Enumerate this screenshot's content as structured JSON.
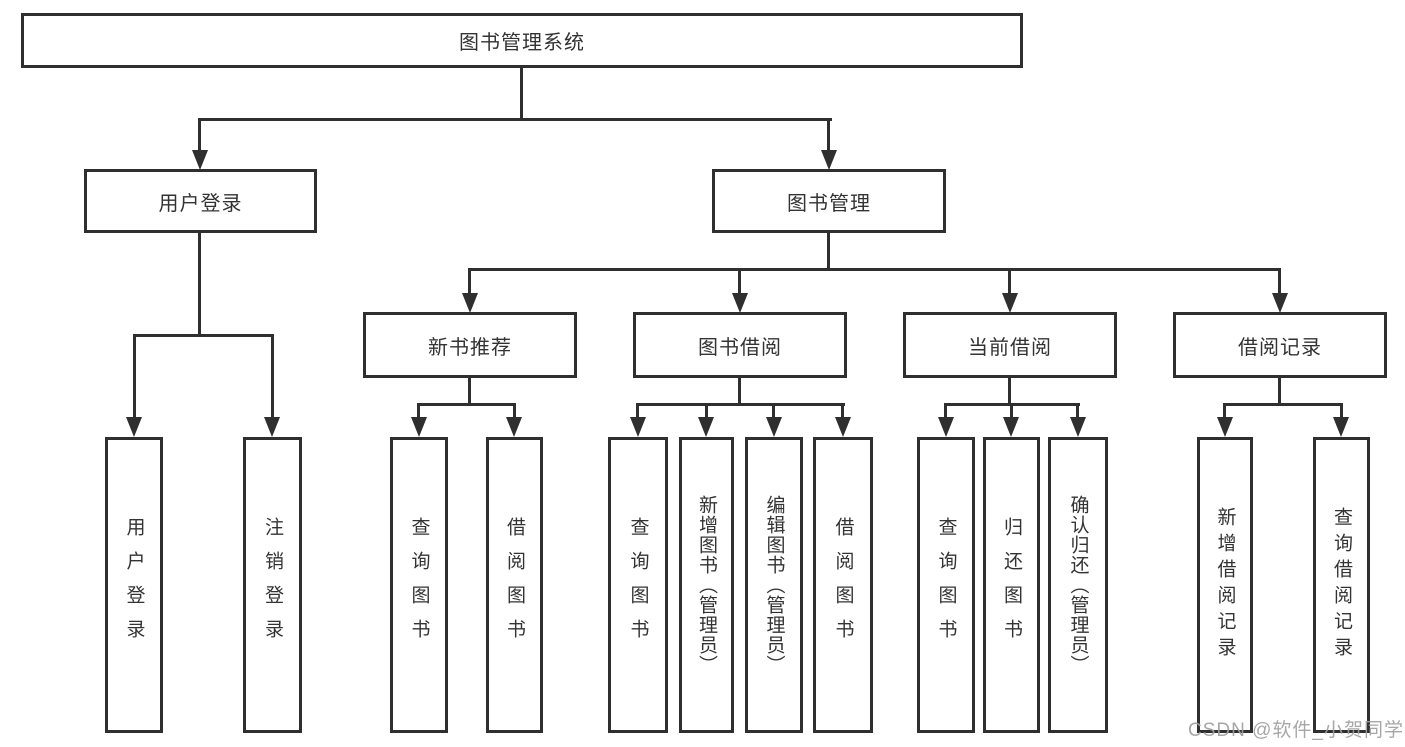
{
  "colors": {
    "line": "#2f2f2f",
    "box_background": "#ffffff",
    "text": "#333333",
    "watermark": "#a0a0a0"
  },
  "watermark": {
    "text": "CSDN @软件_小贺同学"
  },
  "tree": {
    "root": {
      "label": "图书管理系统"
    },
    "branches": [
      {
        "label": "用户登录",
        "children": [
          "用户登录",
          "注销登录"
        ]
      },
      {
        "label": "图书管理",
        "sections": [
          {
            "label": "新书推荐",
            "children": [
              "查询图书",
              "借阅图书"
            ]
          },
          {
            "label": "图书借阅",
            "children": [
              "查询图书",
              "新增图书（管理员）",
              "编辑图书（管理员）",
              "借阅图书"
            ]
          },
          {
            "label": "当前借阅",
            "children": [
              "查询图书",
              "归还图书",
              "确认归还（管理员）"
            ]
          },
          {
            "label": "借阅记录",
            "children": [
              "新增借阅记录",
              "查询借阅记录"
            ]
          }
        ]
      }
    ]
  }
}
